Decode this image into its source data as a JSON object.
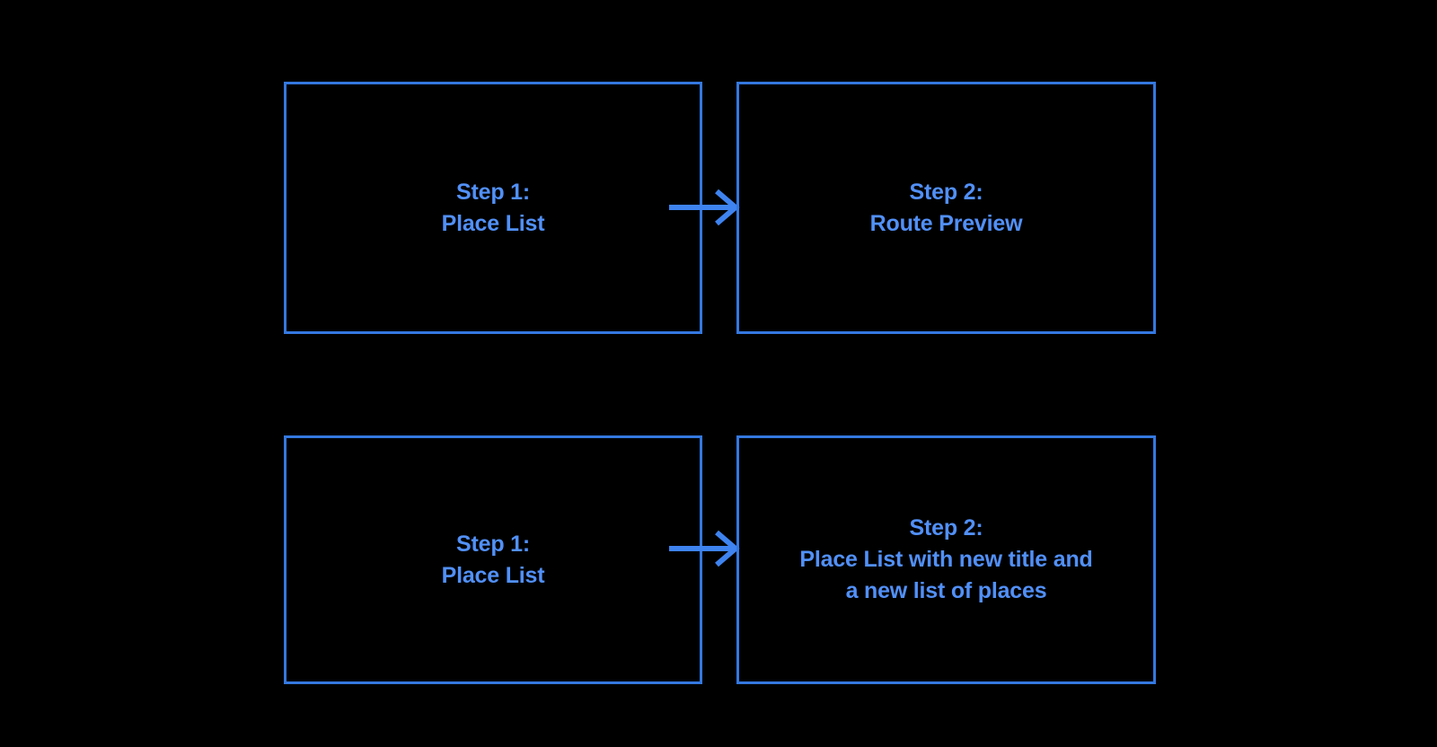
{
  "diagram": {
    "background_color": "#000000",
    "box_border_color": "#3478e0",
    "text_color": "#5190f8",
    "arrow_color": "#3e83ef",
    "rows": [
      {
        "name": "route-preview-flow",
        "from": {
          "id": "step1-top",
          "title": "Step 1:",
          "subtitle": "Place List",
          "label": "Step 1:\nPlace List"
        },
        "arrow": {
          "name": "arrow-right",
          "direction": "right",
          "icon": "arrow-right-icon"
        },
        "to": {
          "id": "step2-top",
          "title": "Step 2:",
          "subtitle": "Route Preview",
          "label": "Step 2:\nRoute Preview"
        }
      },
      {
        "name": "new-place-list-flow",
        "from": {
          "id": "step1-bottom",
          "title": "Step 1:",
          "subtitle": "Place List",
          "label": "Step 1:\nPlace List"
        },
        "arrow": {
          "name": "arrow-right",
          "direction": "right",
          "icon": "arrow-right-icon"
        },
        "to": {
          "id": "step2-bottom",
          "title": "Step 2:",
          "subtitle": "Place List with new title and a new list of places",
          "label": "Step 2:\nPlace List with new title and\na new list of places"
        }
      }
    ]
  }
}
